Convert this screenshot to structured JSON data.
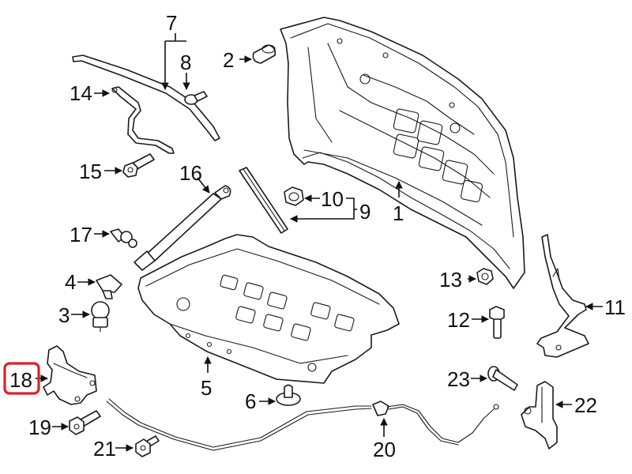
{
  "diagram": {
    "title": "",
    "type": "exploded parts diagram",
    "subject": "hood panel and components",
    "highlight_color": "#d9222a",
    "highlighted_callout": "18",
    "callouts": [
      {
        "id": "1",
        "label": "1",
        "part": "hood-panel"
      },
      {
        "id": "2",
        "label": "2",
        "part": "bumper-cushion"
      },
      {
        "id": "3",
        "label": "3",
        "part": "adjuster-bumper"
      },
      {
        "id": "4",
        "label": "4",
        "part": "cushion"
      },
      {
        "id": "5",
        "label": "5",
        "part": "hood-insulator"
      },
      {
        "id": "6",
        "label": "6",
        "part": "insulator-retainer-clip"
      },
      {
        "id": "7",
        "label": "7",
        "part": "weatherstrip"
      },
      {
        "id": "8",
        "label": "8",
        "part": "weatherstrip-retainer"
      },
      {
        "id": "9",
        "label": "9",
        "part": "seal-assembly"
      },
      {
        "id": "10",
        "label": "10",
        "part": "seal-nut"
      },
      {
        "id": "11",
        "label": "11",
        "part": "hood-hinge"
      },
      {
        "id": "12",
        "label": "12",
        "part": "hinge-bolt"
      },
      {
        "id": "13",
        "label": "13",
        "part": "hinge-nut"
      },
      {
        "id": "14",
        "label": "14",
        "part": "ground-strap"
      },
      {
        "id": "15",
        "label": "15",
        "part": "strap-bolt"
      },
      {
        "id": "16",
        "label": "16",
        "part": "lift-support"
      },
      {
        "id": "17",
        "label": "17",
        "part": "ball-stud"
      },
      {
        "id": "18",
        "label": "18",
        "part": "hood-latch"
      },
      {
        "id": "19",
        "label": "19",
        "part": "latch-bolt"
      },
      {
        "id": "20",
        "label": "20",
        "part": "release-cable"
      },
      {
        "id": "21",
        "label": "21",
        "part": "latch-bolt-lower"
      },
      {
        "id": "22",
        "label": "22",
        "part": "release-handle"
      },
      {
        "id": "23",
        "label": "23",
        "part": "handle-bolt"
      }
    ]
  }
}
